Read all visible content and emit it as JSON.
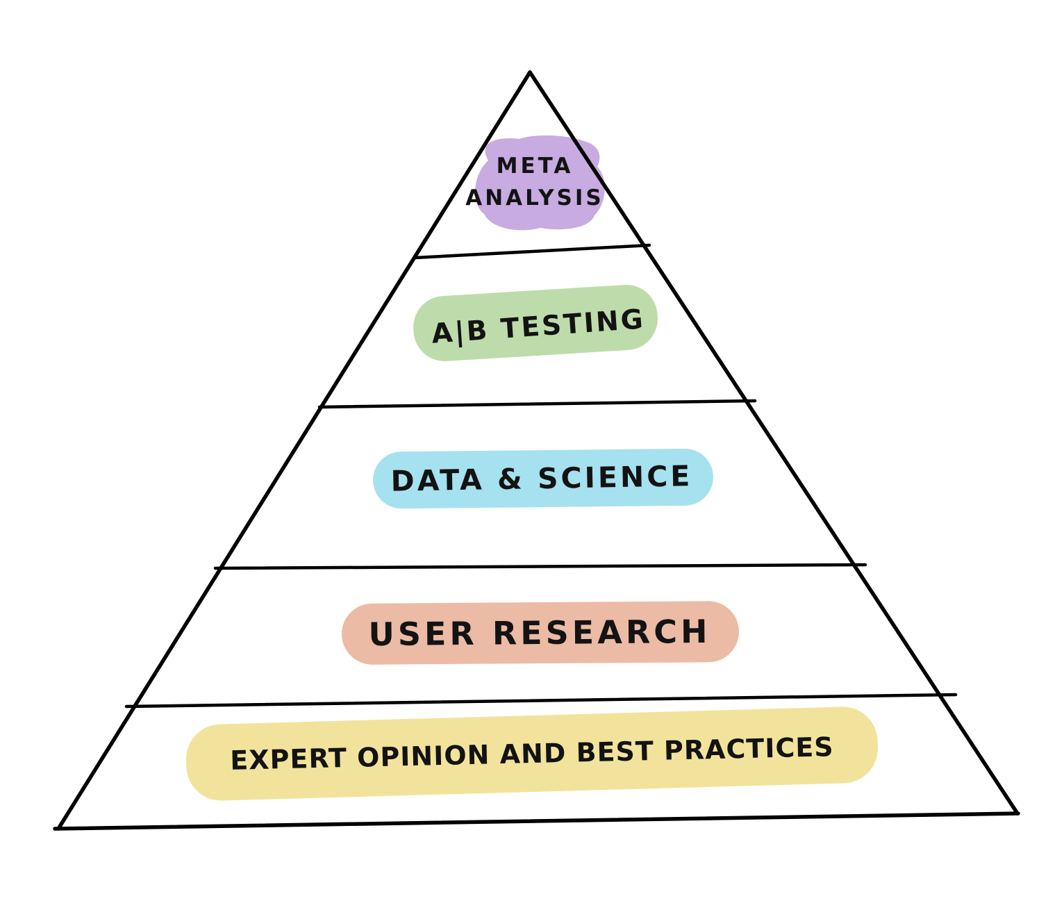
{
  "pyramid": {
    "background_color": "#ffffff",
    "outline_color": "#000000",
    "text_color": "#131313",
    "levels": [
      {
        "label": "META ANALYSIS",
        "line1": "META",
        "line2": "ANALYSIS",
        "highlight_color": "#c7abe1"
      },
      {
        "label": "A|B TESTING",
        "highlight_color": "#bedcab"
      },
      {
        "label": "DATA & SCIENCE",
        "highlight_color": "#a6e1ef"
      },
      {
        "label": "USER RESEARCH",
        "highlight_color": "#ecbba5"
      },
      {
        "label": "EXPERT OPINION AND BEST PRACTICES",
        "highlight_color": "#f2e39c"
      }
    ]
  }
}
